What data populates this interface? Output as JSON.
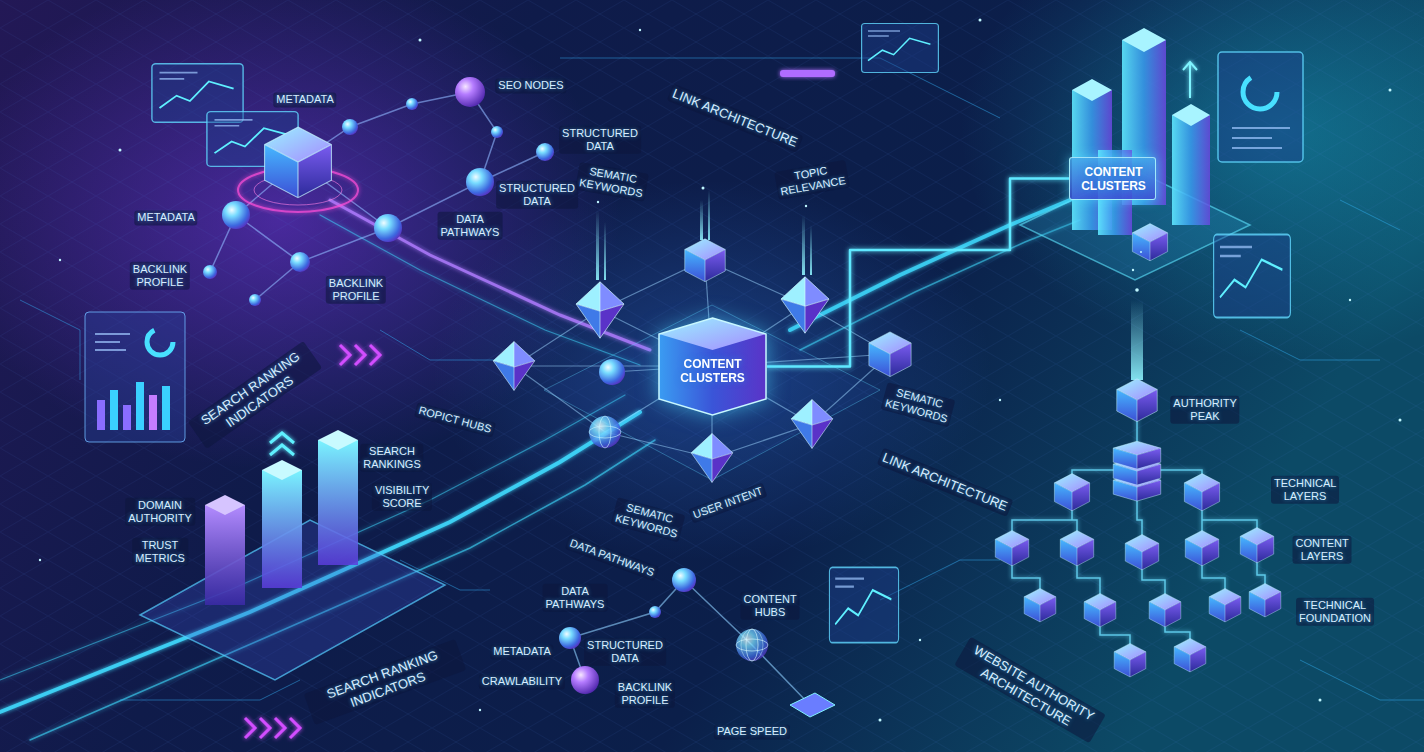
{
  "diagram": {
    "nodes": [
      {
        "text": [
          "CONTENT CLUSTERS"
        ]
      },
      {
        "text": [
          "CONTENT CLUSTERS"
        ]
      }
    ],
    "edges": [
      {
        "from": 0,
        "to": 1,
        "arrow": "none"
      }
    ],
    "labels": [
      "METADATA",
      "SEO NODES",
      "LINK ARCHITECTURE",
      "STRUCTURED DATA",
      "STRUCTURED DATA",
      "METADATA",
      "DATA PATHWAYS",
      "SEMATIC KEYWORDS",
      "TOPIC RELEVANCE",
      "BACKLINK PROFILE",
      "BACKLINK PROFILE",
      "SEARCH RANKING INDICATORS",
      "ROPICT HUBS",
      "SEMATIC KEYWORDS",
      "SEARCH RANKINGS",
      "VISIBILITY SCORE",
      "LINK ARCHITECTURE",
      "USER INTENT",
      "SEMATIC KEYWORDS",
      "DOMAIN AUTHORITY",
      "TRUST METRICS",
      "DATA PATHWAYS",
      "DATA PATHWAYS",
      "CONTENT HUBS",
      "METADATA",
      "STRUCTURED DATA",
      "CRAWLABILITY",
      "BACKLINK PROFILE",
      "SEARCH RANKING INDICATORS",
      "PAGE SPEED",
      "WEBSITE AUTHORITY ARCHITECTURE",
      "AUTHORITY PEAK",
      "TECHNICAL LAYERS",
      "CONTENT LAYERS",
      "TECHNICAL FOUNDATION"
    ]
  }
}
